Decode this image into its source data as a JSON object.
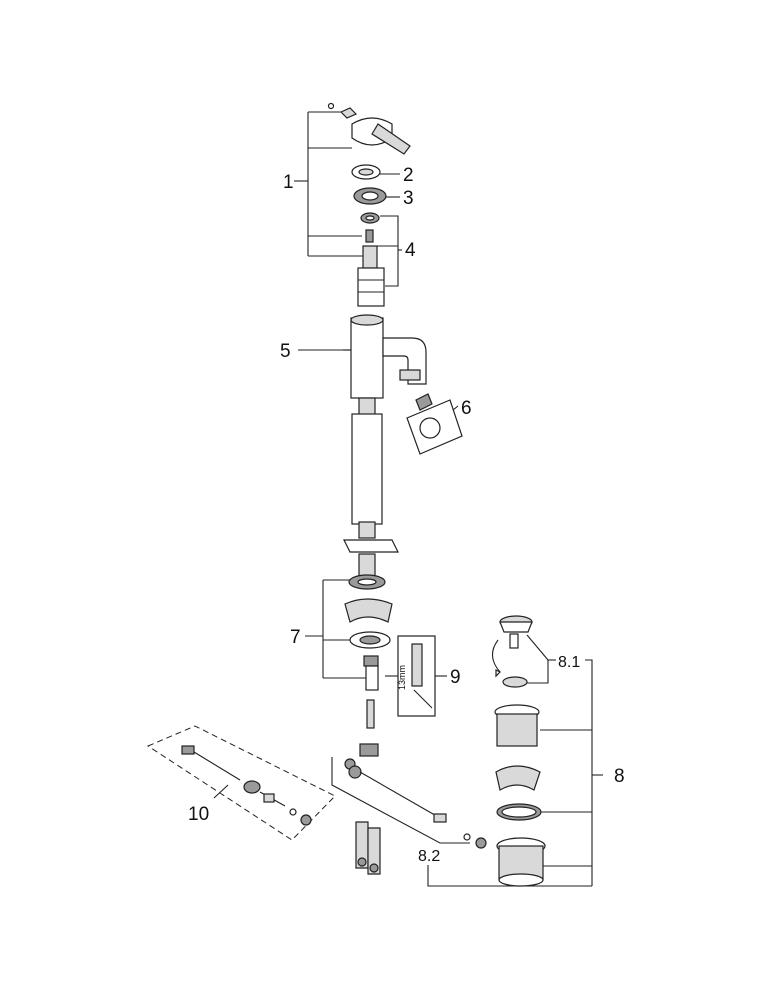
{
  "callouts": {
    "c1": "1",
    "c2": "2",
    "c3": "3",
    "c4": "4",
    "c5": "5",
    "c6": "6",
    "c7": "7",
    "c8": "8",
    "c8_1": "8.1",
    "c8_2": "8.2",
    "c9": "9",
    "c10": "10"
  },
  "tool_label": "13mm"
}
